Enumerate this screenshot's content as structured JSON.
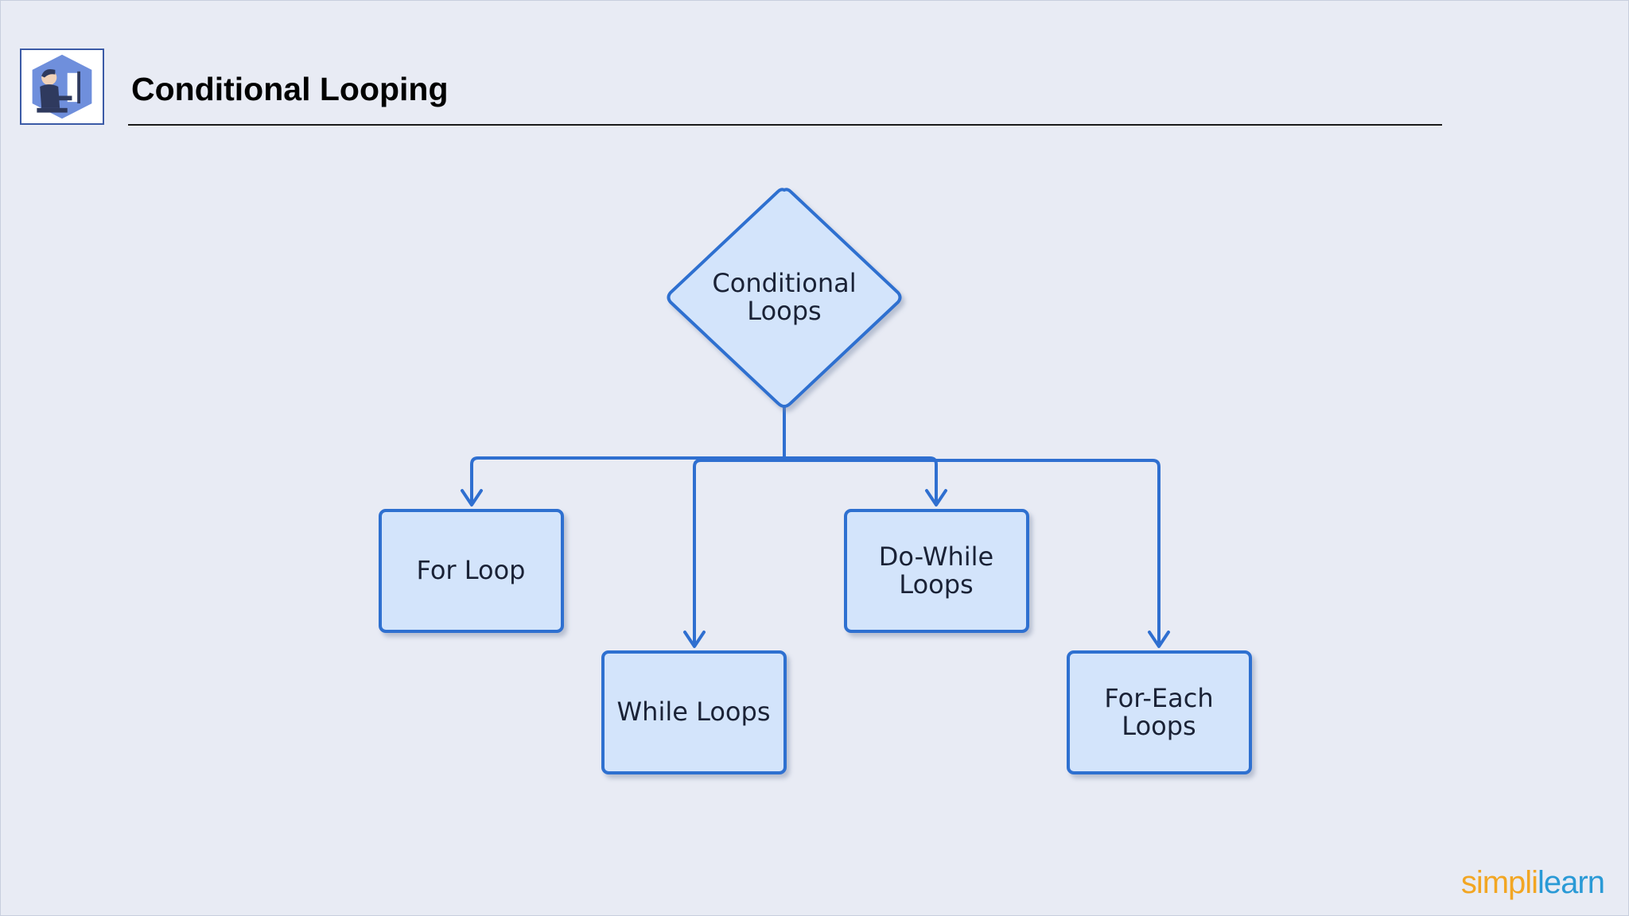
{
  "header": {
    "title": "Conditional Looping",
    "logo_icon": "developer-at-computer-icon"
  },
  "diagram": {
    "root": {
      "label_line1": "Conditional",
      "label_line2": "Loops"
    },
    "children": [
      {
        "label_line1": "For Loop",
        "label_line2": ""
      },
      {
        "label_line1": "While Loops",
        "label_line2": ""
      },
      {
        "label_line1": "Do-While",
        "label_line2": "Loops"
      },
      {
        "label_line1": "For-Each",
        "label_line2": "Loops"
      }
    ],
    "colors": {
      "stroke": "#2f6fd0",
      "fill": "#d3e4fb"
    }
  },
  "branding": {
    "part1": "simpl",
    "separator": "i",
    "part2": "learn"
  }
}
